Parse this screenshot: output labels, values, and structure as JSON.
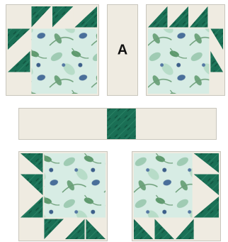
{
  "colors": {
    "background_fabric": "#efebe1",
    "dark_green_fabric": "#1a6f55",
    "dark_green_shadow": "#0f4a38",
    "floral_light": "#d7ece4",
    "floral_mid": "#9fcbb3",
    "floral_leaf": "#5e9a6e",
    "floral_blue": "#4a6f9a",
    "seam": "#c9c6bd"
  },
  "sashing_label": "A",
  "blocks": [
    {
      "name": "bear-paw-block-top-left"
    },
    {
      "name": "bear-paw-block-top-right"
    },
    {
      "name": "bear-paw-block-bottom-left"
    },
    {
      "name": "bear-paw-block-bottom-right"
    }
  ]
}
